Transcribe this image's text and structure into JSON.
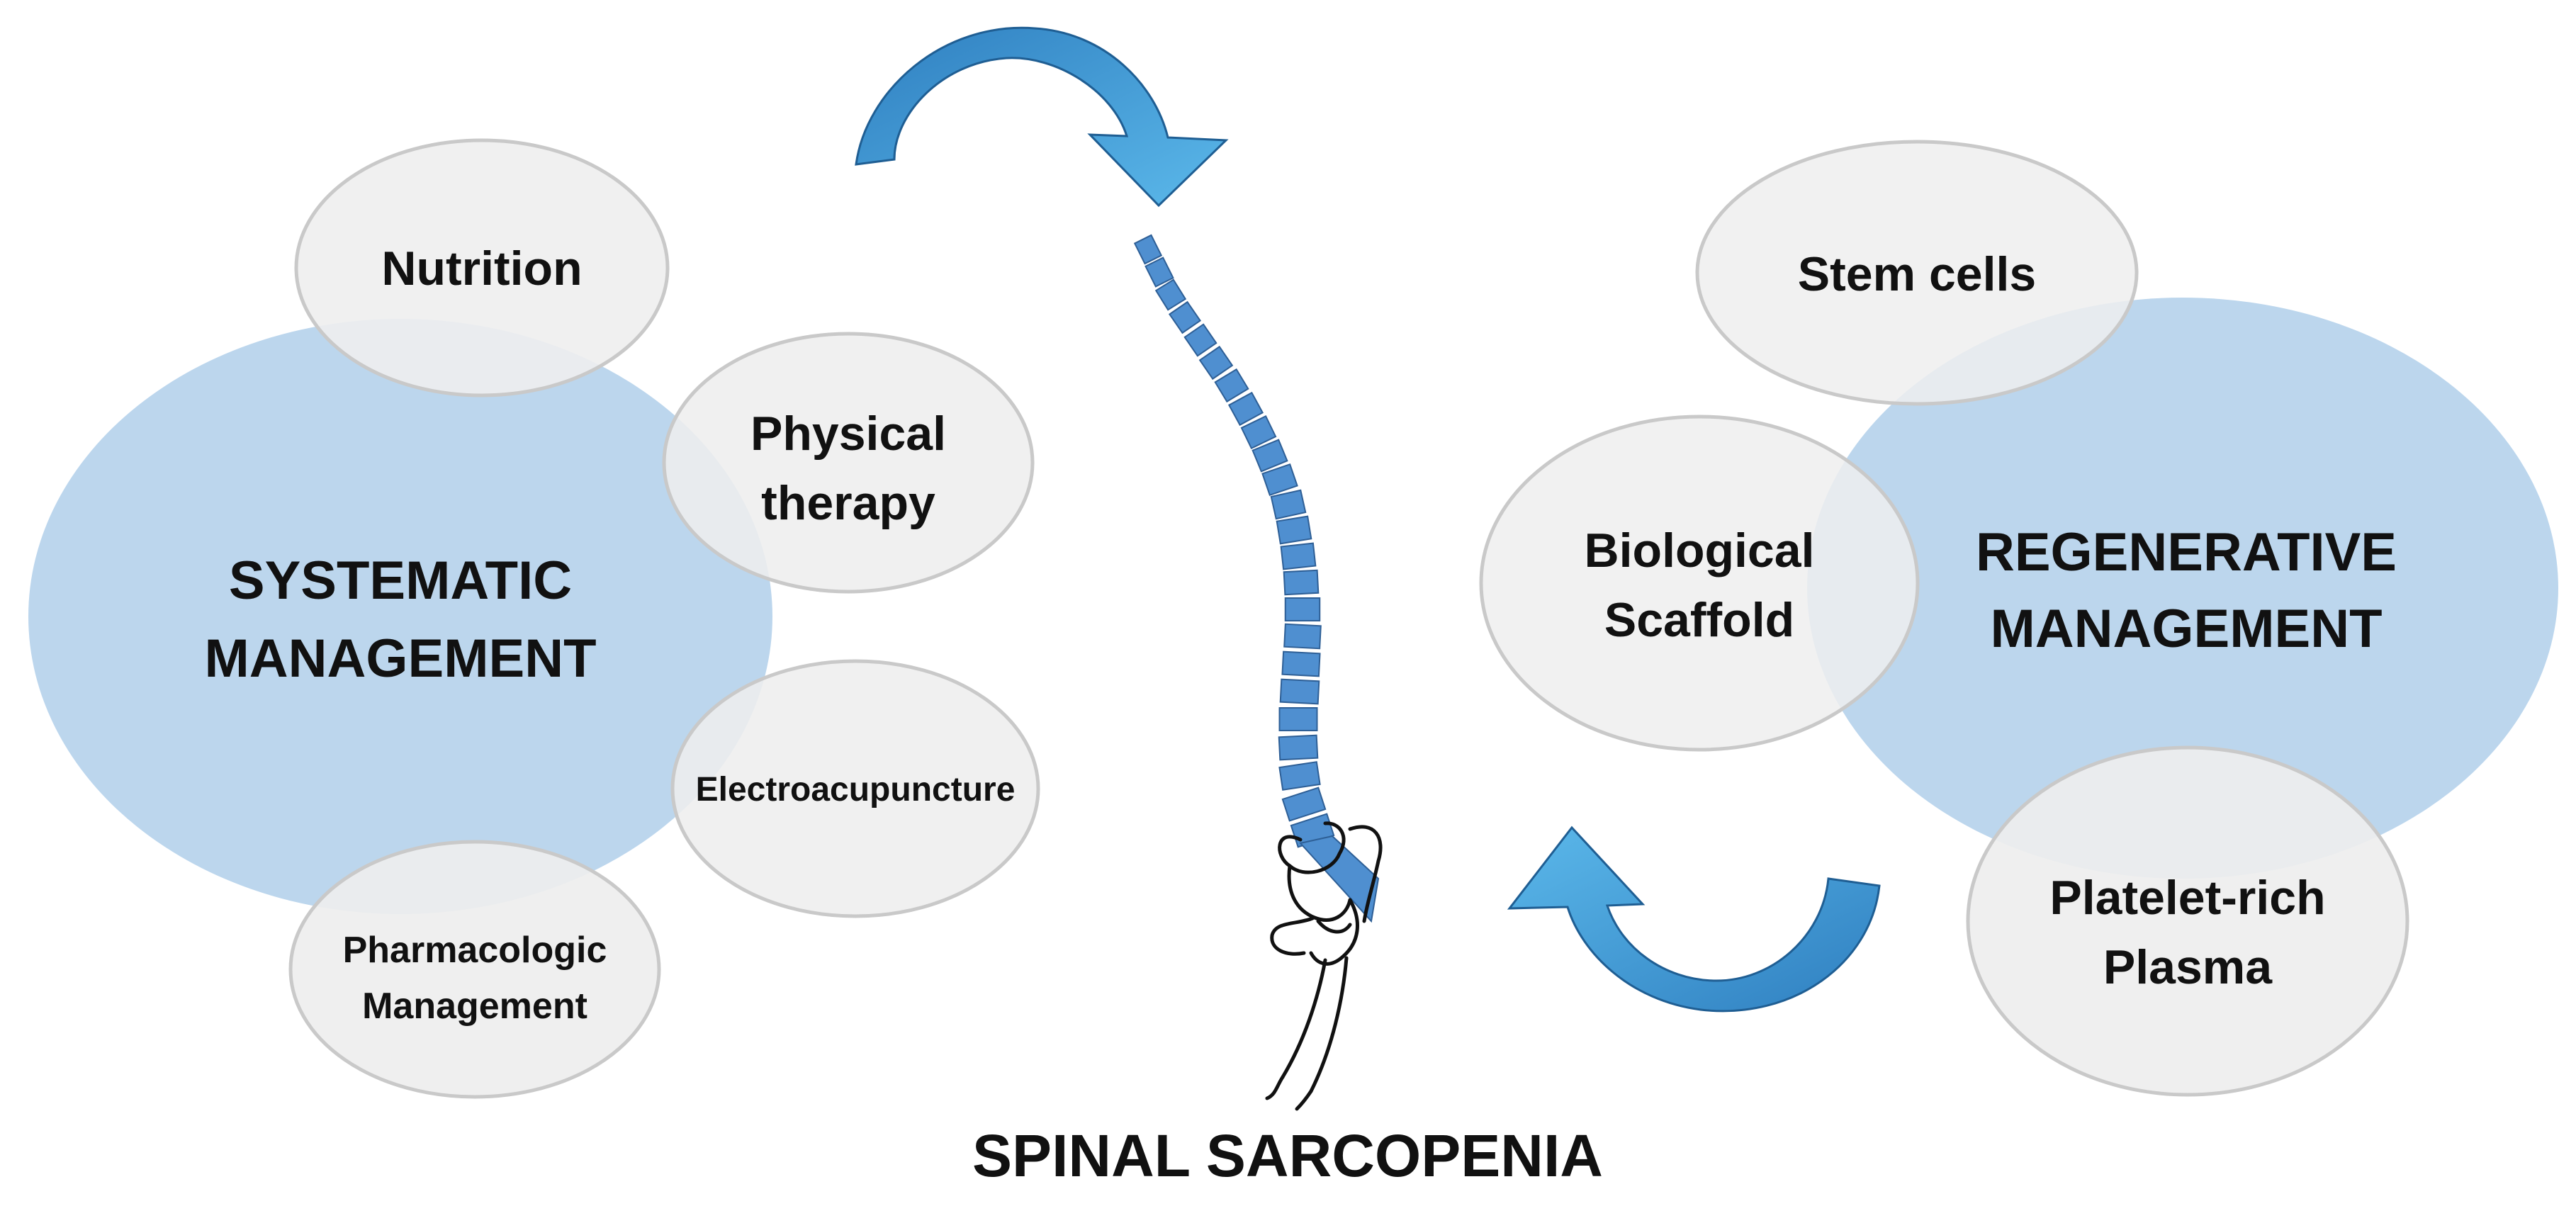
{
  "colors": {
    "big_ellipse_fill": "#BCD6ED",
    "small_ellipse_fill": "#EEEEEE",
    "small_ellipse_stroke": "#C9C9C9",
    "arrow_fill": "#3A8FCF",
    "arrow_highlight": "#55B3E6",
    "vertebra_fill": "#4F8FD0",
    "vertebra_stroke": "#2E5F96",
    "text": "#111111"
  },
  "left": {
    "title_line1": "SYSTEMATIC",
    "title_line2": "MANAGEMENT",
    "nutrition": "Nutrition",
    "physical_line1": "Physical",
    "physical_line2": "therapy",
    "electro": "Electroacupuncture",
    "pharma_line1": "Pharmacologic",
    "pharma_line2": "Management"
  },
  "right": {
    "title_line1": "REGENERATIVE",
    "title_line2": "MANAGEMENT",
    "stem": "Stem cells",
    "bio_line1": "Biological",
    "bio_line2": "Scaffold",
    "prp_line1": "Platelet-rich",
    "prp_line2": "Plasma"
  },
  "center": {
    "title": "SPINAL SARCOPENIA"
  },
  "icons": {
    "top_arrow": "curved-arrow-down-right-icon",
    "bottom_arrow": "curved-arrow-up-left-icon",
    "spine": "spine-icon",
    "pelvis": "pelvis-femur-icon"
  }
}
